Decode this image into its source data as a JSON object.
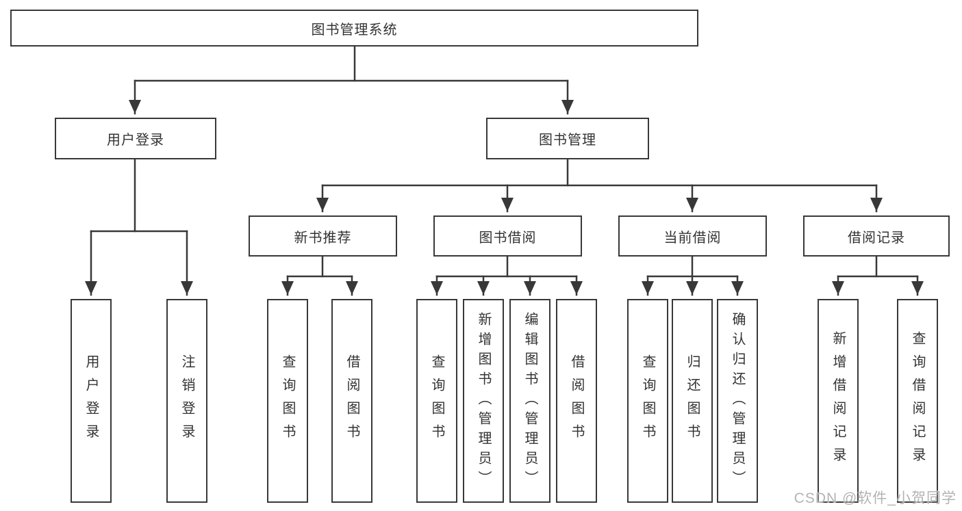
{
  "tree": {
    "root": {
      "label": "图书管理系统",
      "children": [
        {
          "label": "用户登录",
          "children": [
            {
              "label": "用户登录"
            },
            {
              "label": "注销登录"
            }
          ]
        },
        {
          "label": "图书管理",
          "children": [
            {
              "label": "新书推荐",
              "children": [
                {
                  "label": "查询图书"
                },
                {
                  "label": "借阅图书"
                }
              ]
            },
            {
              "label": "图书借阅",
              "children": [
                {
                  "label": "查询图书"
                },
                {
                  "label": "新增图书（管理员）"
                },
                {
                  "label": "编辑图书（管理员）"
                },
                {
                  "label": "借阅图书"
                }
              ]
            },
            {
              "label": "当前借阅",
              "children": [
                {
                  "label": "查询图书"
                },
                {
                  "label": "归还图书"
                },
                {
                  "label": "确认归还（管理员）"
                }
              ]
            },
            {
              "label": "借阅记录",
              "children": [
                {
                  "label": "新增借阅记录"
                },
                {
                  "label": "查询借阅记录"
                }
              ]
            }
          ]
        }
      ]
    }
  },
  "watermark": {
    "text": "CSDN @软件_小贺同学"
  },
  "colors": {
    "line": "#383838",
    "text": "#333333",
    "background": "#ffffff",
    "watermark": "#b3b3b3"
  }
}
